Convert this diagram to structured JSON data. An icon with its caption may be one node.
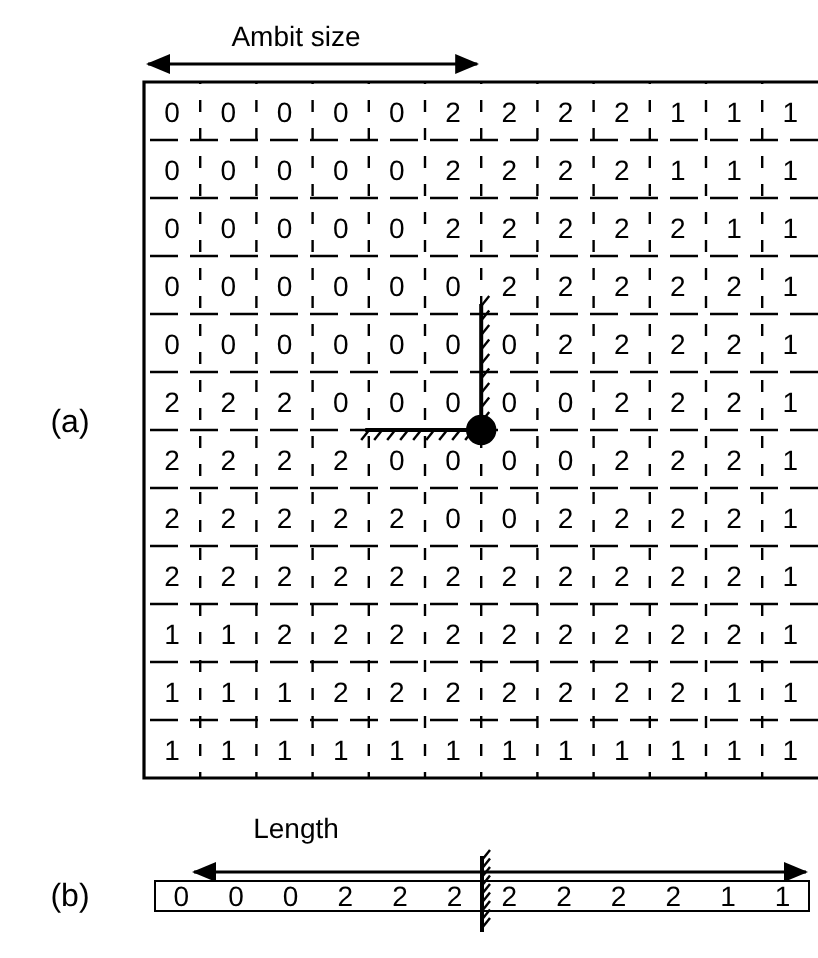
{
  "diagram": {
    "labels": [
      "Ambit size",
      "(a)",
      "0",
      "0",
      "0",
      "0",
      "0",
      "2",
      "2",
      "2",
      "2",
      "1",
      "1",
      "1",
      "0",
      "0",
      "0",
      "0",
      "0",
      "2",
      "2",
      "2",
      "2",
      "1",
      "1",
      "1",
      "0",
      "0",
      "0",
      "0",
      "0",
      "2",
      "2",
      "2",
      "2",
      "2",
      "1",
      "1",
      "0",
      "0",
      "0",
      "0",
      "0",
      "0",
      "2",
      "2",
      "2",
      "2",
      "2",
      "1",
      "0",
      "0",
      "0",
      "0",
      "0",
      "0",
      "0",
      "2",
      "2",
      "2",
      "2",
      "1",
      "2",
      "2",
      "2",
      "0",
      "0",
      "0",
      "0",
      "0",
      "2",
      "2",
      "2",
      "1",
      "2",
      "2",
      "2",
      "2",
      "0",
      "0",
      "0",
      "0",
      "2",
      "2",
      "2",
      "1",
      "2",
      "2",
      "2",
      "2",
      "2",
      "0",
      "0",
      "2",
      "2",
      "2",
      "2",
      "1",
      "2",
      "2",
      "2",
      "2",
      "2",
      "2",
      "2",
      "2",
      "2",
      "2",
      "2",
      "1",
      "1",
      "1",
      "2",
      "2",
      "2",
      "2",
      "2",
      "2",
      "2",
      "2",
      "2",
      "1",
      "1",
      "1",
      "1",
      "2",
      "2",
      "2",
      "2",
      "2",
      "2",
      "2",
      "1",
      "1",
      "1",
      "1",
      "1",
      "1",
      "1",
      "1",
      "1",
      "1",
      "1",
      "1",
      "1",
      "1",
      "Length",
      "(b)",
      "0",
      "0",
      "0",
      "2",
      "2",
      "2",
      "2",
      "2",
      "2",
      "2",
      "1",
      "1"
    ]
  }
}
